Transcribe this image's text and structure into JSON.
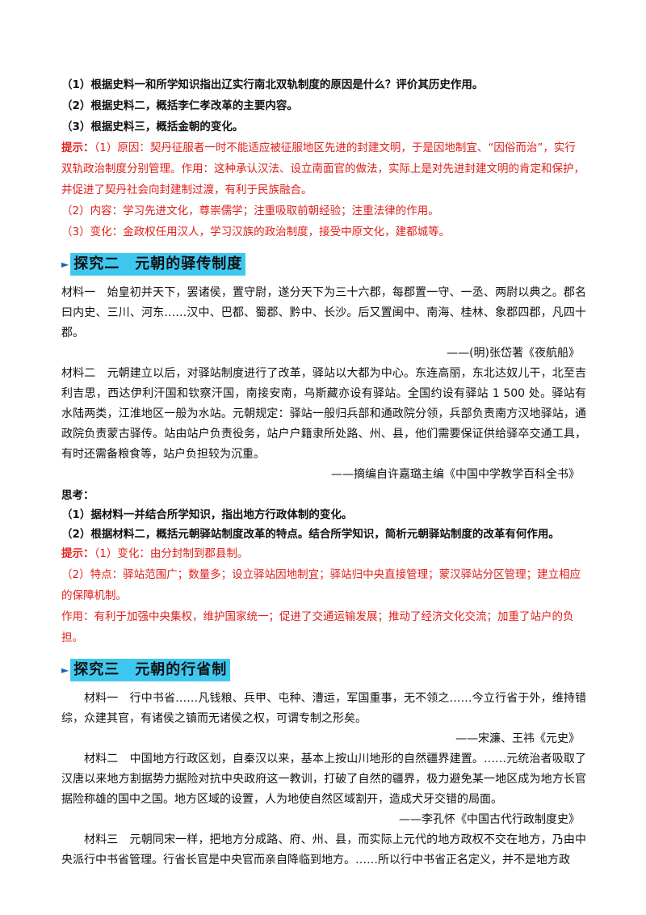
{
  "questions1": [
    "（1）根据史料一和所学知识指出辽实行南北双轨制度的原因是什么？评价其历史作用。",
    "（2）根据史料二，概括李仁孝改革的主要内容。",
    "（3）根据史料三，概括金朝的变化。"
  ],
  "hint1": {
    "label": "提示：",
    "p1": "（1）原因：契丹征服者一时不能适应被征服地区先进的封建文明，于是因地制宜、“因俗而治”，实行双轨政治制度分别管理。作用：这种承认汉法、设立南面官的做法，实际上是对先进封建文明的肯定和保护，并促进了契丹社会向封建制过渡，有利于民族融合。",
    "p2": "（2）内容：学习先进文化，尊崇儒学；注重吸取前朝经验；注重法律的作用。",
    "p3": "（3）变化：金政权任用汉人，学习汉族的政治制度，接受中原文化，建都城等。"
  },
  "section2": {
    "title": "探究二　元朝的驿传制度",
    "m1": "材料一　始皇初并天下，罢诸侯，置守尉，遂分天下为三十六郡，每郡置一守、一丞、两尉以典之。郡名曰内史、三川、河东……汉中、巴都、蜀郡、黔中、长沙。后又置闽中、南海、桂林、象郡四郡，凡四十郡。",
    "m1_src": "——(明)张岱著《夜航船》",
    "m2": "材料二　元朝建立以后，对驿站制度进行了改革，驿站以大都为中心。东连高丽，东北达奴儿干，北至吉利吉思，西达伊利汗国和钦察汗国，南接安南，乌斯藏亦设有驿站。全国约设有驿站 1 500 处。驿站有水陆两类，江淮地区一般为水站。元朝规定：驿站一般归兵部和通政院分领，兵部负责南方汉地驿站，通政院负责蒙古驿传。站由站户负责役务，站户户籍隶所处路、州、县，他们需要保证供给驿卒交通工具，有时还需备粮食等，站户负担较为沉重。",
    "m2_src": "——摘编自许嘉璐主编《中国中学教学百科全书》",
    "think_label": "思考：",
    "t1": "（1）据材料一并结合所学知识，指出地方行政体制的变化。",
    "t2": "（2）根据材料二，概括元朝驿站制度改革的特点。结合所学知识，简析元朝驿站制度的改革有何作用。",
    "hint_label": "提示：",
    "h1": "（1）变化：由分封制到郡县制。",
    "h2": "（2）特点：驿站范围广；数量多；设立驿站因地制宜；驿站归中央直接管理；蒙汉驿站分区管理；建立相应的保障机制。",
    "h3": "作用：有利于加强中央集权，维护国家统一；促进了交通运输发展；推动了经济文化交流；加重了站户的负担。"
  },
  "section3": {
    "title": "探究三　元朝的行省制",
    "m1": "材料一　行中书省……凡钱粮、兵甲、屯种、漕运，军国重事，无不领之……今立行省于外，维持错综，众建其官，有诸侯之镇而无诸侯之权，可谓专制之形矣。",
    "m1_src": "——宋濂、王祎《元史》",
    "m2": "材料二　中国地方行政区划，自秦汉以来，基本上按山川地形的自然疆界建置。……元统治者吸取了汉唐以来地方割据势力据险对抗中央政府这一教训，打破了自然的疆界，极力避免某一地区成为地方长官据险称雄的国中之国。地方区域的设置，人为地使自然区域割开，造成犬牙交错的局面。",
    "m2_src": "——李孔怀《中国古代行政制度史》",
    "m3": "材料三　元朝同宋一样，把地方分成路、府、州、县，而实际上元代的地方政权不交在地方，乃由中央派行中书省管理。行省长官是中央官而亲自降临到地方。……所以行中书省正名定义，并不是地方政"
  }
}
